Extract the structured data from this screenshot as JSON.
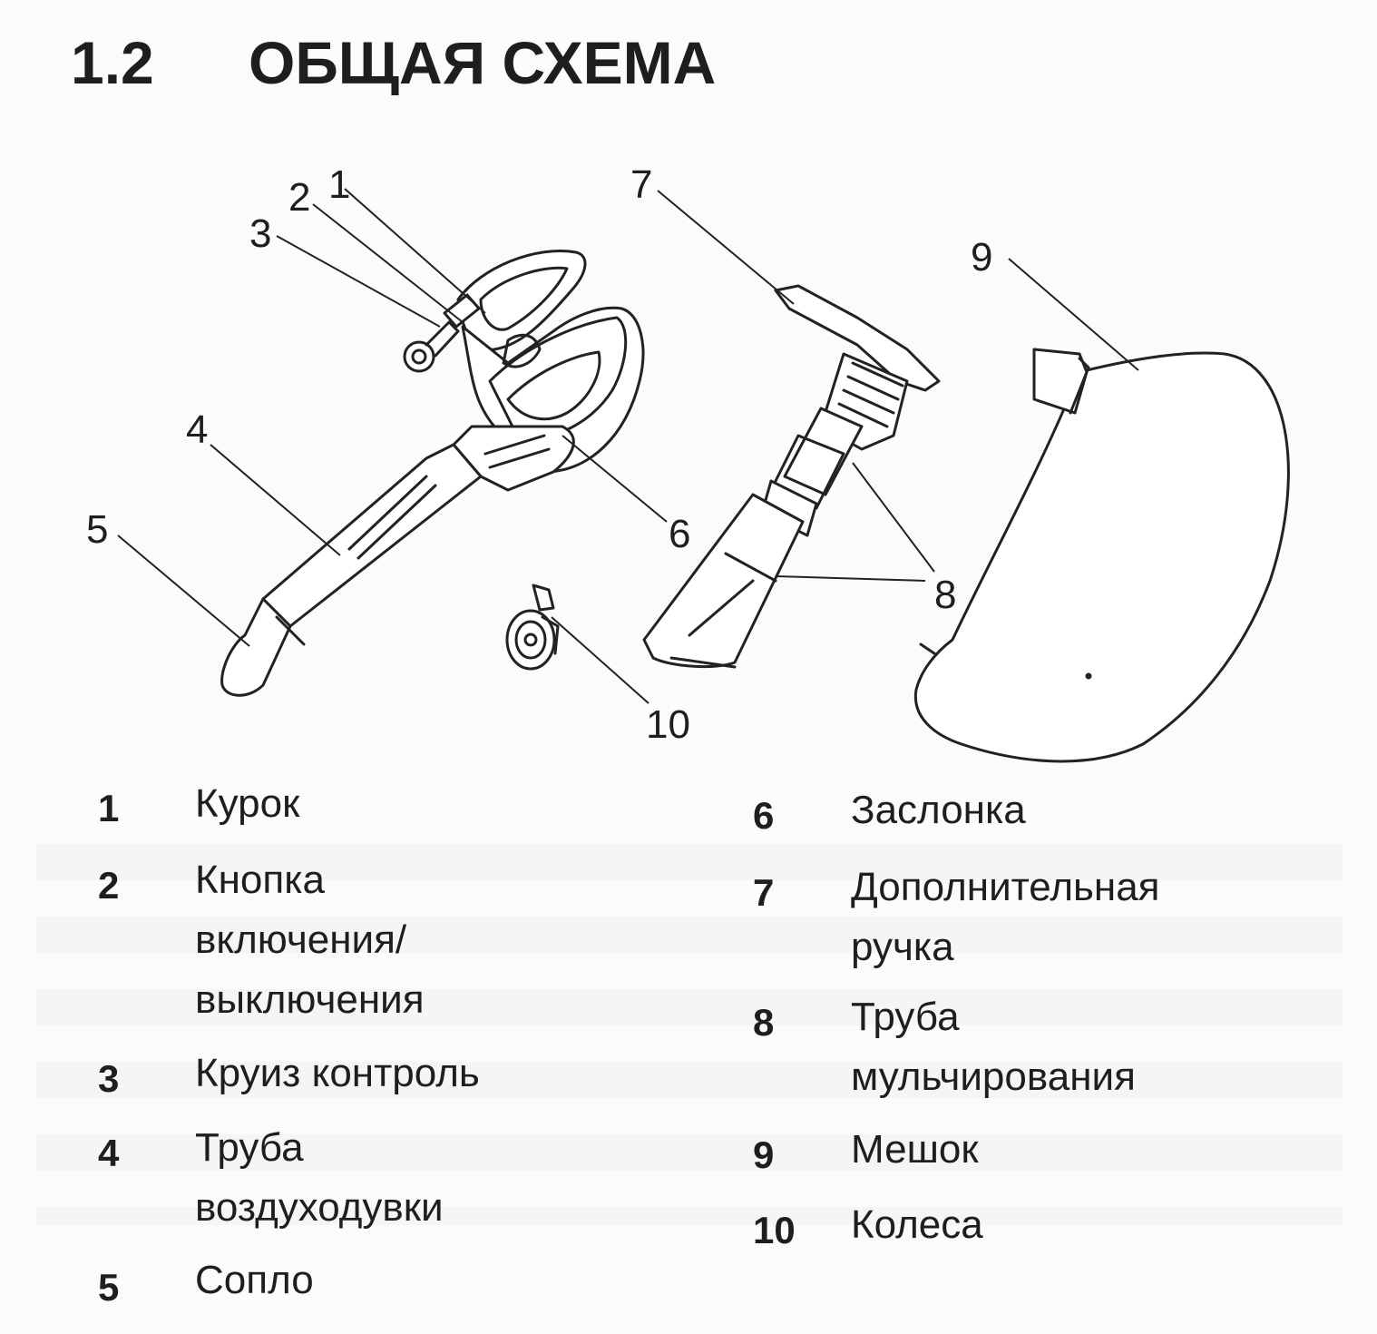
{
  "section": {
    "number": "1.2",
    "title": "ОБЩАЯ СХЕМА"
  },
  "diagram": {
    "callouts": [
      "1",
      "2",
      "3",
      "4",
      "5",
      "6",
      "7",
      "8",
      "9",
      "10"
    ]
  },
  "legend": {
    "left": [
      {
        "num": "1",
        "label": "Курок"
      },
      {
        "num": "2",
        "label": "Кнопка\nвключения/\nвыключения"
      },
      {
        "num": "3",
        "label": "Круиз контроль"
      },
      {
        "num": "4",
        "label": "Труба\nвоздуходувки"
      },
      {
        "num": "5",
        "label": "Сопло"
      }
    ],
    "right": [
      {
        "num": "6",
        "label": "Заслонка"
      },
      {
        "num": "7",
        "label": "Дополнительная\nручка"
      },
      {
        "num": "8",
        "label": "Труба\nмульчирования"
      },
      {
        "num": "9",
        "label": "Мешок"
      },
      {
        "num": "10",
        "label": "Колеса"
      }
    ]
  }
}
